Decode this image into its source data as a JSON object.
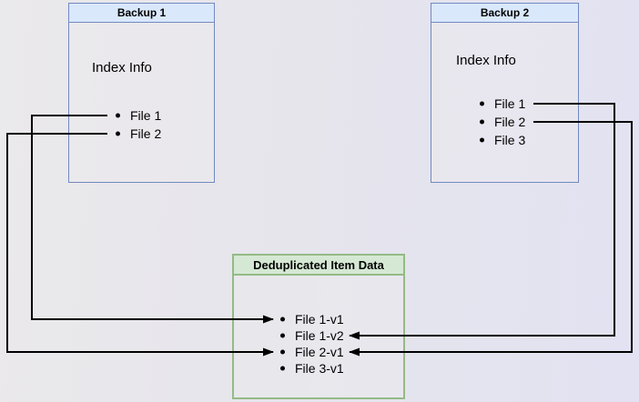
{
  "diagram": {
    "backup1": {
      "title": "Backup 1",
      "subtitle": "Index Info",
      "files": [
        "File 1",
        "File 2"
      ]
    },
    "backup2": {
      "title": "Backup 2",
      "subtitle": "Index Info",
      "files": [
        "File 1",
        "File 2",
        "File 3"
      ]
    },
    "dedup": {
      "title": "Deduplicated Item Data",
      "files": [
        "File 1-v1",
        "File 1-v2",
        "File 2-v1",
        "File 3-v1"
      ]
    },
    "connections": [
      {
        "from_box": "backup1",
        "from_file": "File 1",
        "to_file": "File 1-v1",
        "route": "left"
      },
      {
        "from_box": "backup1",
        "from_file": "File 2",
        "to_file": "File 2-v1",
        "route": "left"
      },
      {
        "from_box": "backup2",
        "from_file": "File 1",
        "to_file": "File 1-v2",
        "route": "right"
      },
      {
        "from_box": "backup2",
        "from_file": "File 2",
        "to_file": "File 2-v1",
        "route": "right"
      }
    ],
    "colors": {
      "blue_header_bg": "#dae8fc",
      "blue_border": "#7289c1",
      "green_header_bg": "#d5e8d4",
      "green_border": "#94ba86",
      "connector": "#000000",
      "background_left": "#eae9eb",
      "background_right": "#e2e2f2"
    }
  }
}
